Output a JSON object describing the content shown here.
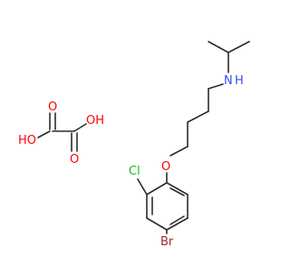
{
  "molecule": {
    "atoms": {
      "nh": {
        "label": "N",
        "label2": "H"
      },
      "o_ether": {
        "label": "O"
      },
      "cl": {
        "label": "Cl"
      },
      "br": {
        "label": "Br"
      },
      "oxalic_oh_left": {
        "label": "HO"
      },
      "oxalic_o_top": {
        "label": "O"
      },
      "oxalic_oh_right": {
        "label": "OH"
      },
      "oxalic_o_bottom": {
        "label": "O"
      }
    },
    "colors": {
      "carbon_bond": "#2b2b2b",
      "oxygen": "#ff0000",
      "nitrogen": "#3050f8",
      "chlorine": "#1fb81f",
      "bromine": "#a62929"
    }
  }
}
